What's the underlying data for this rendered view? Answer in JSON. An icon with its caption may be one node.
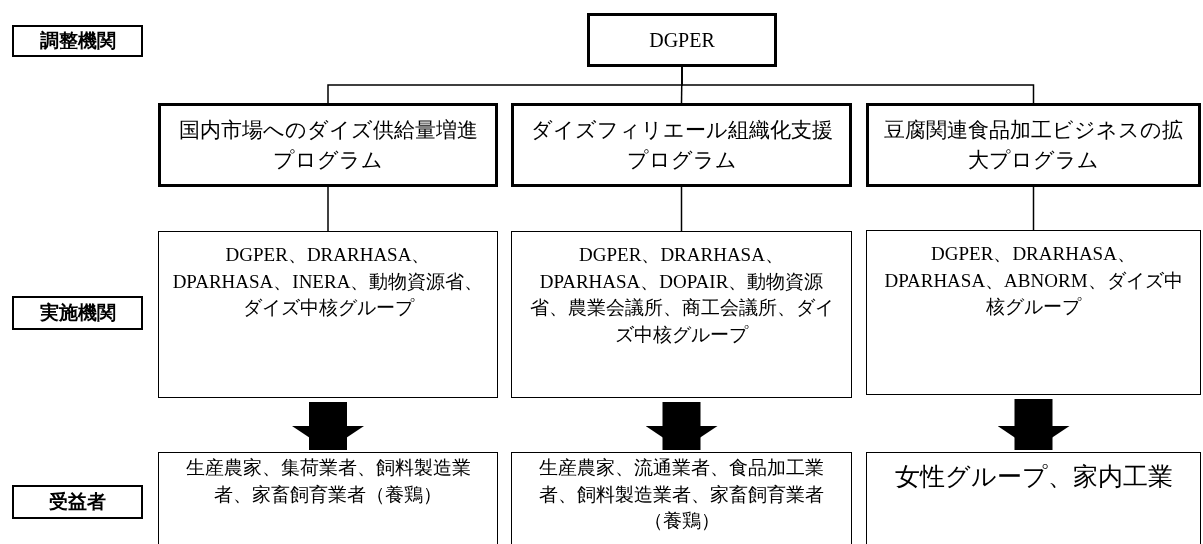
{
  "diagram": {
    "nodes": [
      {
        "text": [
          "調整機関"
        ]
      },
      {
        "text": [
          "DGPER"
        ]
      },
      {
        "text": [
          "国内市場へのダイズ供給量増進プログラム"
        ]
      },
      {
        "text": [
          "ダイズフィリエール組織化支援プログラム"
        ]
      },
      {
        "text": [
          "豆腐関連食品加工ビジネスの拡大プログラム"
        ]
      },
      {
        "text": [
          "実施機関"
        ]
      },
      {
        "text": [
          "DGPER、DRARHASA、DPARHASA、INERA、動物資源省、ダイズ中核グループ"
        ]
      },
      {
        "text": [
          "DGPER、DRARHASA、DPARHASA、DOPAIR、動物資源省、農業会議所、商工会議所、ダイズ中核グループ"
        ]
      },
      {
        "text": [
          "DGPER、DRARHASA、DPARHASA、ABNORM、ダイズ中核グループ"
        ]
      },
      {
        "text": [
          "受益者"
        ]
      },
      {
        "text": [
          "生産農家、集荷業者、飼料製造業者、家畜飼育業者（養鶏）"
        ]
      },
      {
        "text": [
          "生産農家、流通業者、食品加工業者、飼料製造業者、家畜飼育業者（養鶏）"
        ]
      },
      {
        "text": [
          "女性グループ、家内工業"
        ]
      }
    ],
    "edges": [
      {
        "from": 1,
        "to": 2,
        "arrow": "none"
      },
      {
        "from": 1,
        "to": 3,
        "arrow": "none"
      },
      {
        "from": 1,
        "to": 4,
        "arrow": "none"
      },
      {
        "from": 2,
        "to": 6,
        "arrow": "none"
      },
      {
        "from": 3,
        "to": 7,
        "arrow": "none"
      },
      {
        "from": 4,
        "to": 8,
        "arrow": "none"
      },
      {
        "from": 6,
        "to": 10,
        "arrow": "to",
        "style": "thick"
      },
      {
        "from": 7,
        "to": 11,
        "arrow": "to",
        "style": "thick"
      },
      {
        "from": 8,
        "to": 12,
        "arrow": "to",
        "style": "thick"
      }
    ]
  }
}
